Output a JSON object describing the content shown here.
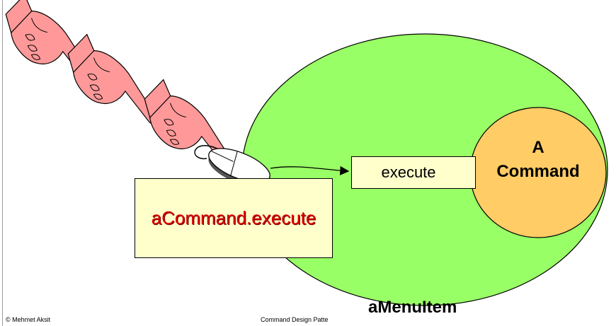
{
  "footer": {
    "author": "© Mehmet Aksit",
    "title": "Command Design Patte"
  },
  "diagram": {
    "menu_item_label": "aMenuItem",
    "execute_label": "execute",
    "call_label": "aCommand.execute",
    "command_line1": "A",
    "command_line2": "Command"
  },
  "colors": {
    "menu_item_fill": "#99ff66",
    "command_fill": "#ffcc66",
    "box_fill": "#ffffcc",
    "call_text": "#d80000",
    "hand_fill": "#ff9999"
  },
  "icons": [
    "pointing-hand-icon",
    "mouse-icon",
    "arrow-icon"
  ]
}
